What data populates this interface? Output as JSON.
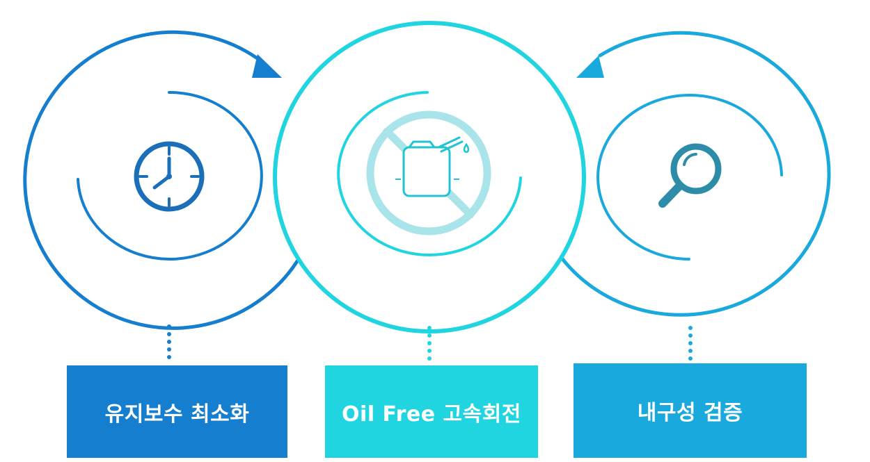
{
  "colors": {
    "blue": "#157ecf",
    "cyan": "#20d5df",
    "sky": "#1aa9dd",
    "no_sign": "#a8e4ea",
    "icon_teal": "#2d8ca8"
  },
  "steps": [
    {
      "label": "유지보수 최소화",
      "icon": "clock-icon"
    },
    {
      "label": "Oil Free 고속회전",
      "icon": "no-oil-can-icon"
    },
    {
      "label": "내구성 검증",
      "icon": "magnifier-icon"
    }
  ]
}
